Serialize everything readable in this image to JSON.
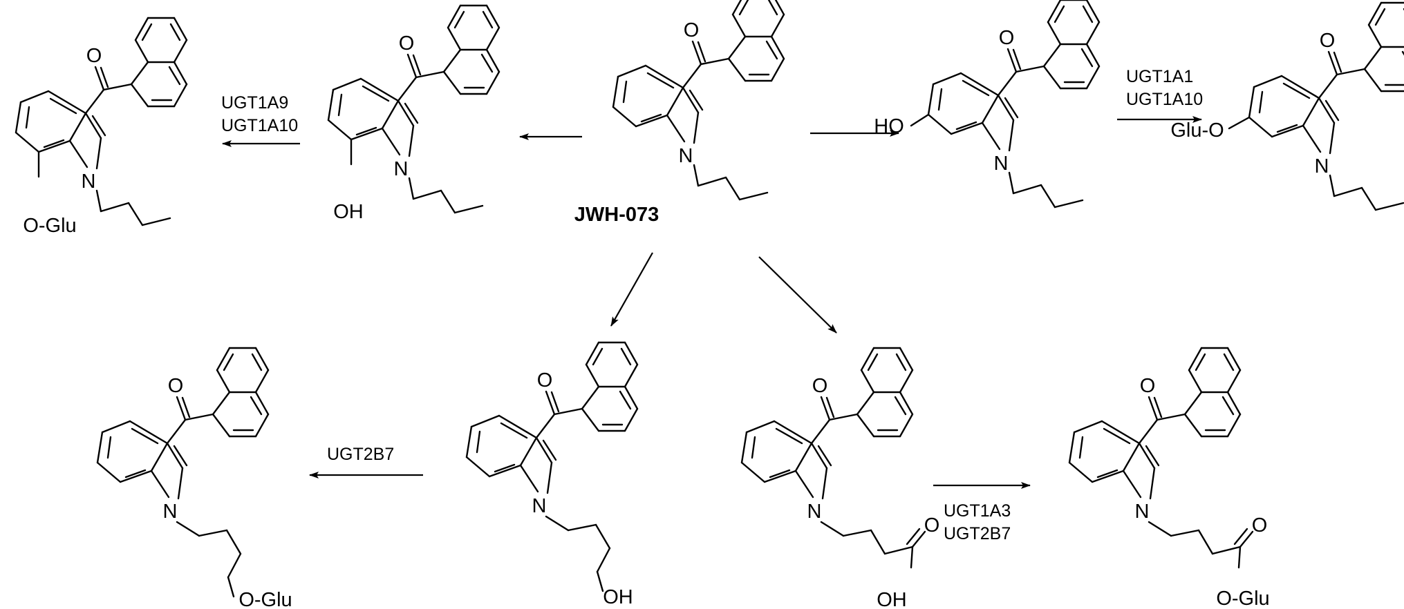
{
  "title": "JWH-073",
  "atoms": {
    "oxygen": "O",
    "nitrogen": "N",
    "hydroxyl": "OH",
    "hydroxyl_left": "HO",
    "glu_right": "O-Glu",
    "glu_left": "Glu-O"
  },
  "enzymes": {
    "path_7oh_1": "UGT1A9",
    "path_7oh_2": "UGT1A10",
    "path_6oh_1": "UGT1A1",
    "path_6oh_2": "UGT1A10",
    "path_butanol": "UGT2B7",
    "path_acid_1": "UGT1A3",
    "path_acid_2": "UGT2B7"
  },
  "colors": {
    "ink": "#000000",
    "background": "#ffffff"
  }
}
